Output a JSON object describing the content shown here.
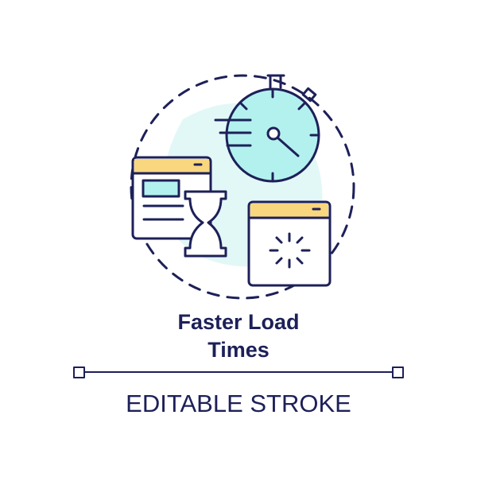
{
  "title_line1": "Faster Load",
  "title_line2": "Times",
  "subtitle": "EDITABLE STROKE",
  "colors": {
    "stroke": "#1d2058",
    "yellow": "#f9d77e",
    "cyan": "#b3f1ef",
    "blob": "#e2f8f7"
  },
  "icons": [
    "stopwatch-icon",
    "browser-window-icon",
    "hourglass-icon",
    "loading-spinner-icon"
  ]
}
